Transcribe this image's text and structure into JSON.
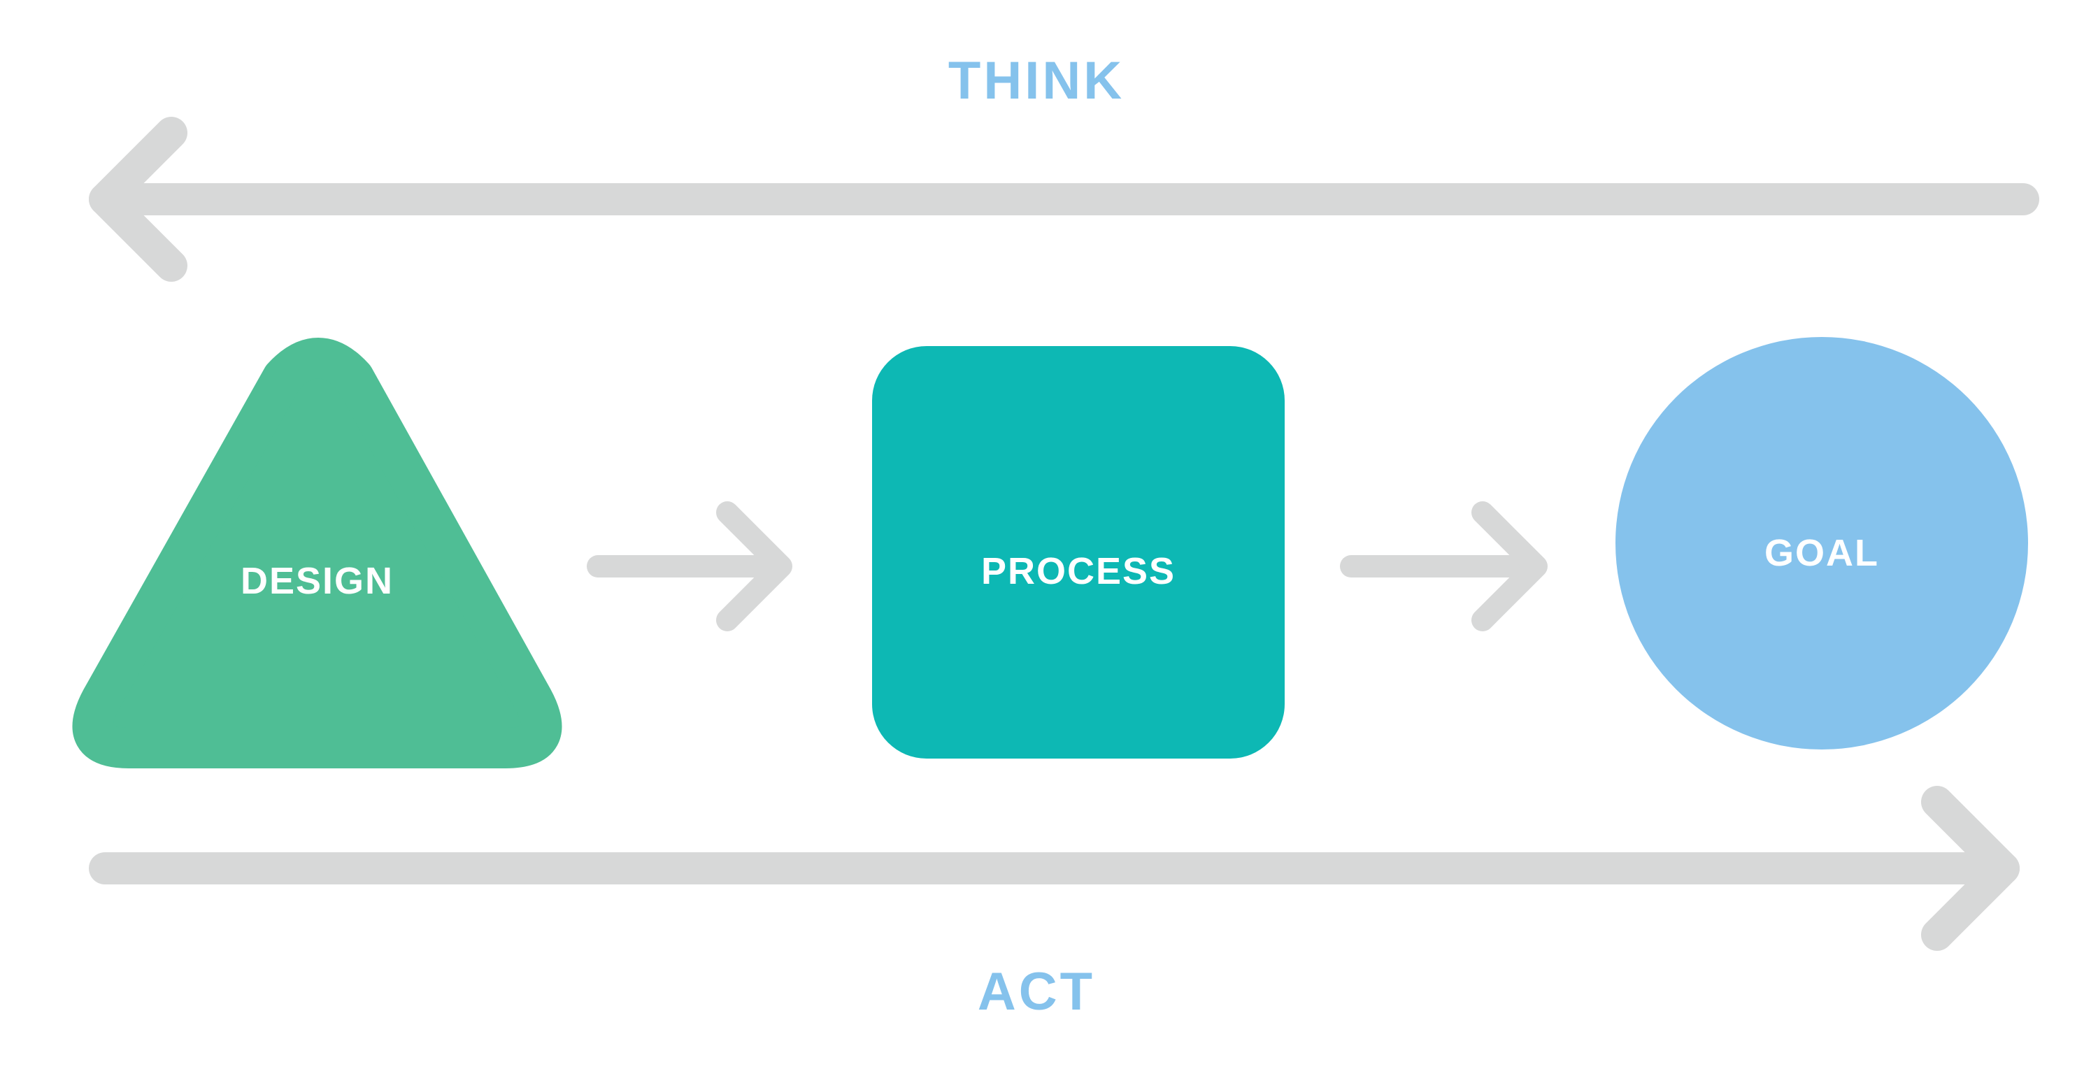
{
  "diagram": {
    "title": "Think and Act process cycle",
    "background_color": "#ffffff",
    "arrow_color": "#d7d8d8",
    "cycle_labels": {
      "top": "THINK",
      "bottom": "ACT"
    },
    "cycle_label_color": "#85c2ec",
    "stages": [
      {
        "id": "design",
        "label": "DESIGN",
        "shape": "rounded-triangle",
        "color": "#4fbe95",
        "label_color": "#ffffff"
      },
      {
        "id": "process",
        "label": "PROCESS",
        "shape": "rounded-square",
        "color": "#0db8b4",
        "label_color": "#ffffff"
      },
      {
        "id": "goal",
        "label": "GOAL",
        "shape": "circle",
        "color": "#85c2ec",
        "label_color": "#ffffff"
      }
    ],
    "connectors": [
      {
        "id": "design-to-process",
        "direction": "right",
        "color": "#d7d8d8"
      },
      {
        "id": "process-to-goal",
        "direction": "right",
        "color": "#d7d8d8"
      },
      {
        "id": "think-feedback",
        "direction": "left",
        "color": "#d7d8d8"
      },
      {
        "id": "act-forward",
        "direction": "right",
        "color": "#d7d8d8"
      }
    ]
  }
}
